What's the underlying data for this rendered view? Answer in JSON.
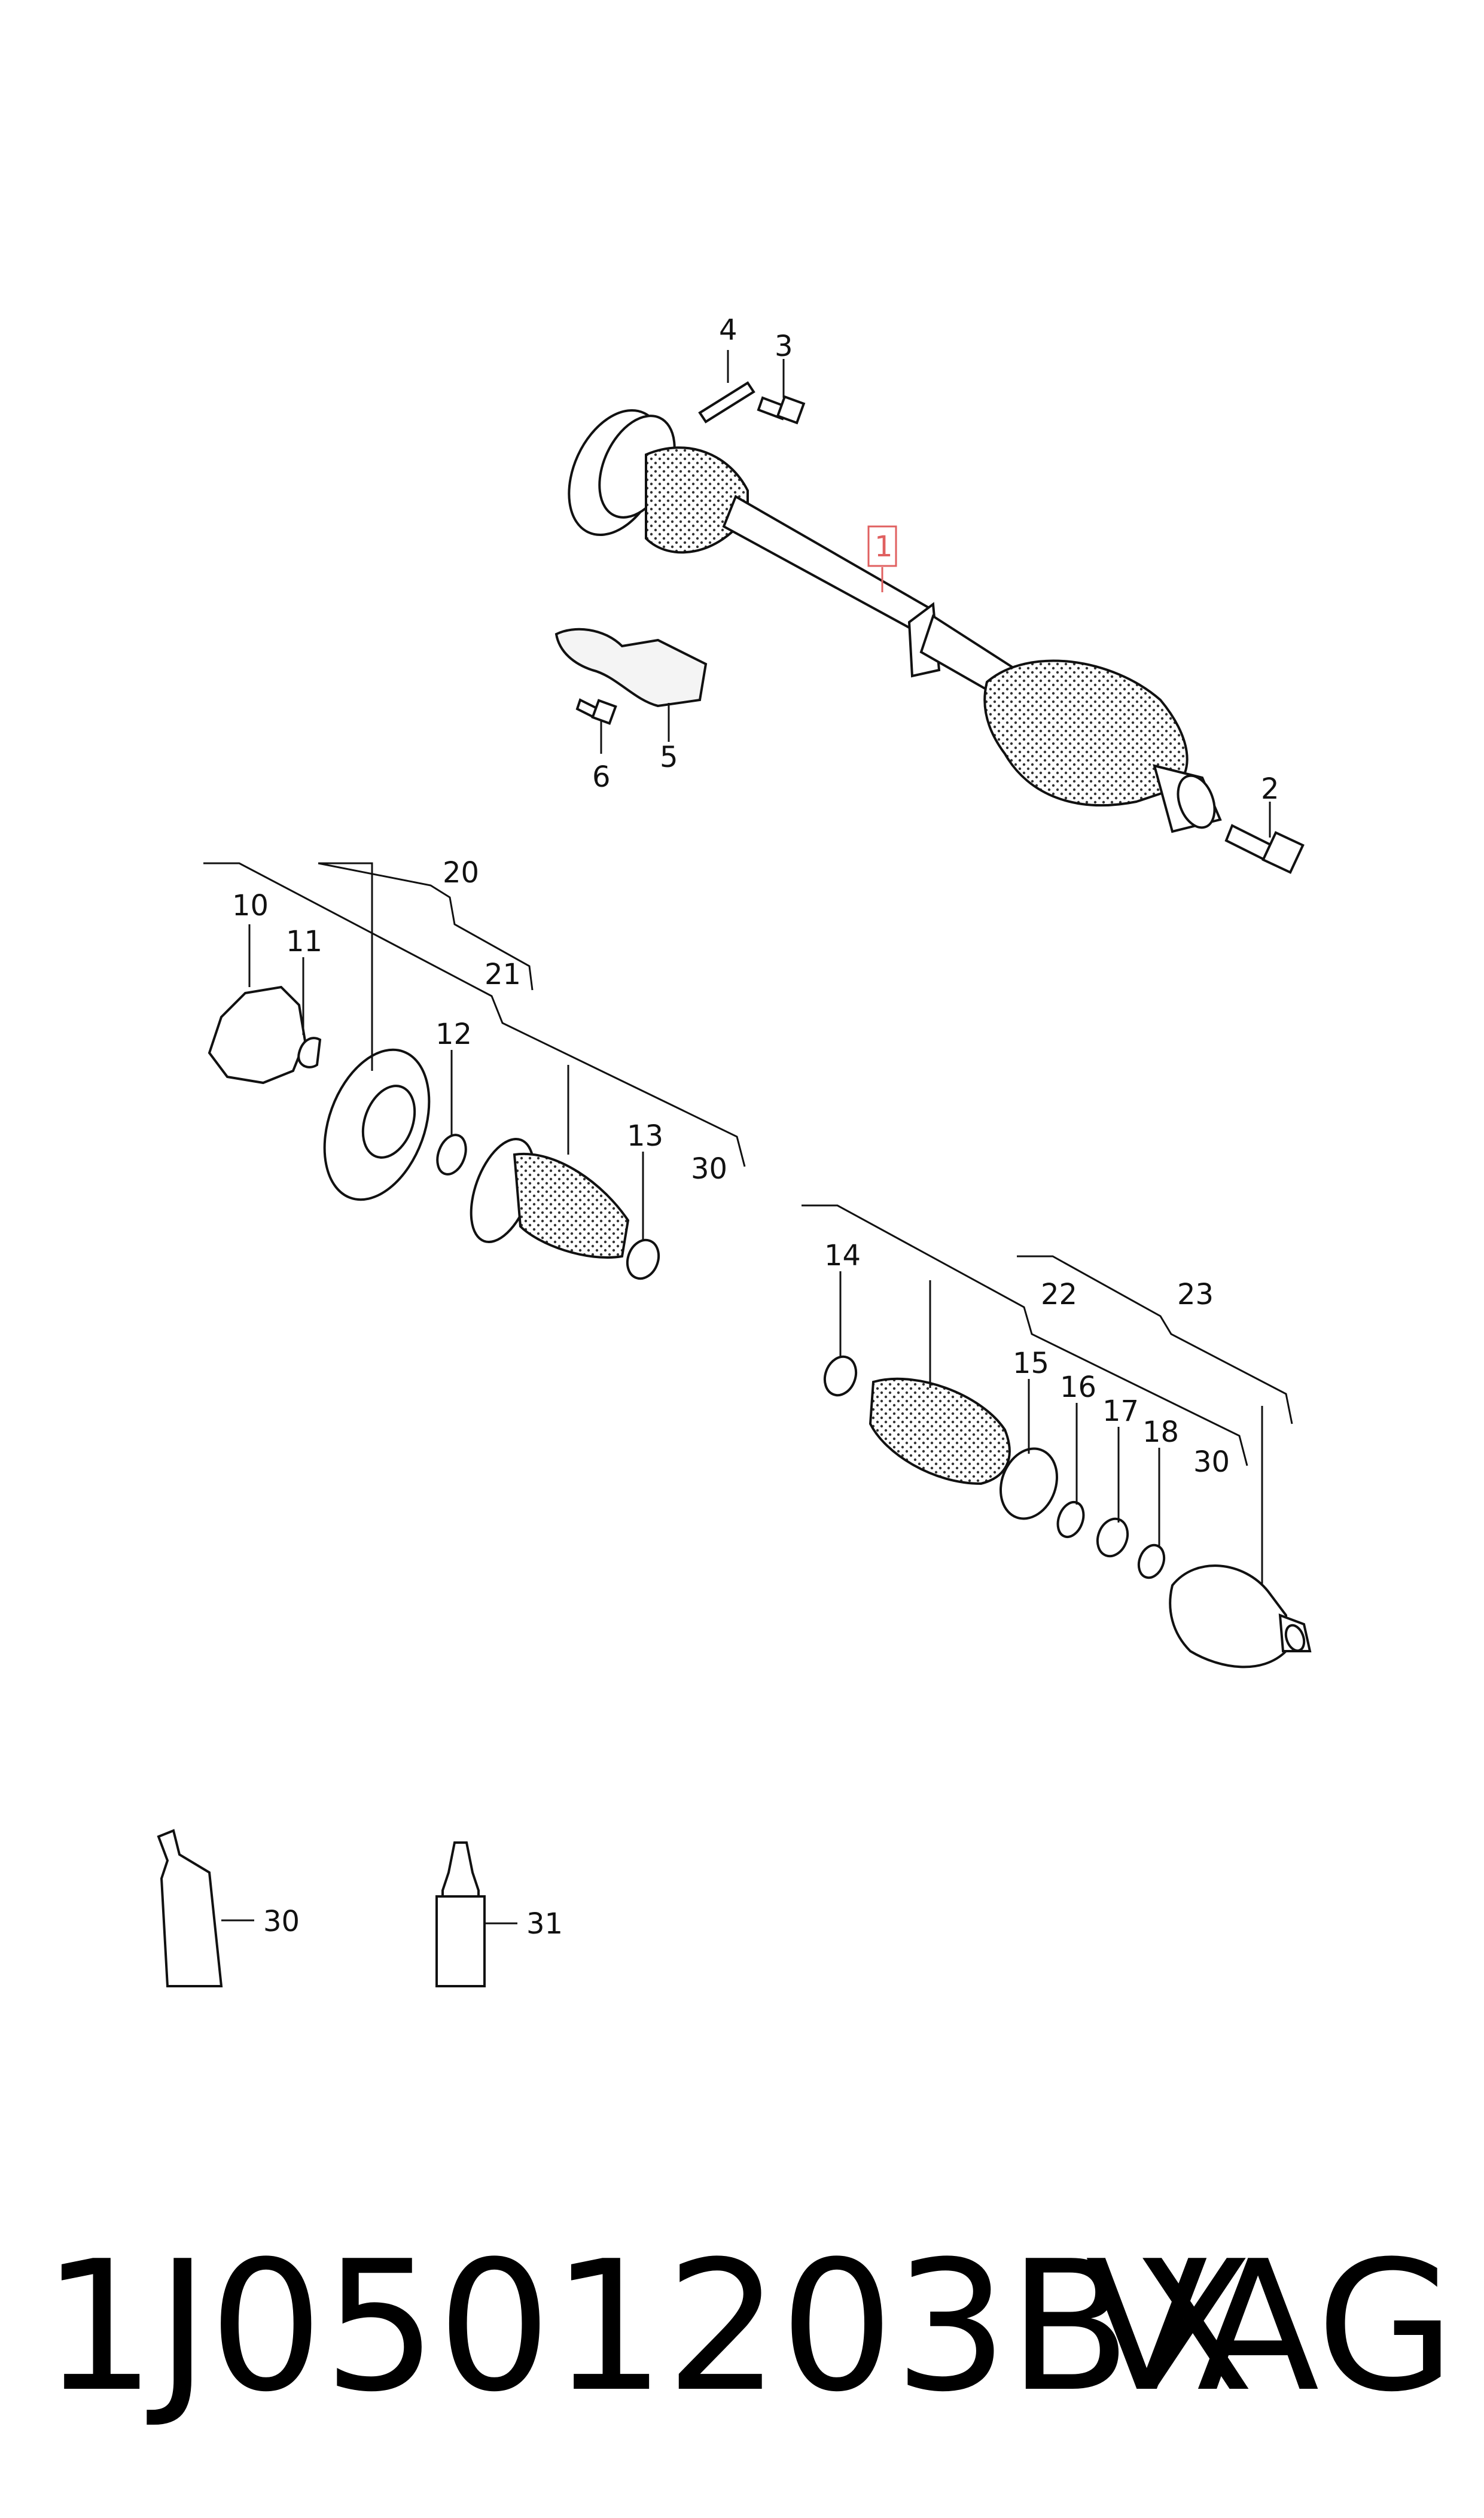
{
  "highlight_color": "#e06060",
  "callouts": {
    "c1": "1",
    "c2": "2",
    "c3": "3",
    "c4": "4",
    "c5": "5",
    "c6": "6",
    "c10": "10",
    "c11": "11",
    "c12": "12",
    "c13": "13",
    "c14": "14",
    "c15": "15",
    "c16": "16",
    "c17": "17",
    "c18": "18",
    "c20": "20",
    "c21": "21",
    "c22": "22",
    "c23": "23",
    "c30a": "30",
    "c30b": "30",
    "c30c": "30",
    "c31": "31"
  },
  "footer": {
    "part_number": "1J0501203BX",
    "brand": "VAG"
  }
}
